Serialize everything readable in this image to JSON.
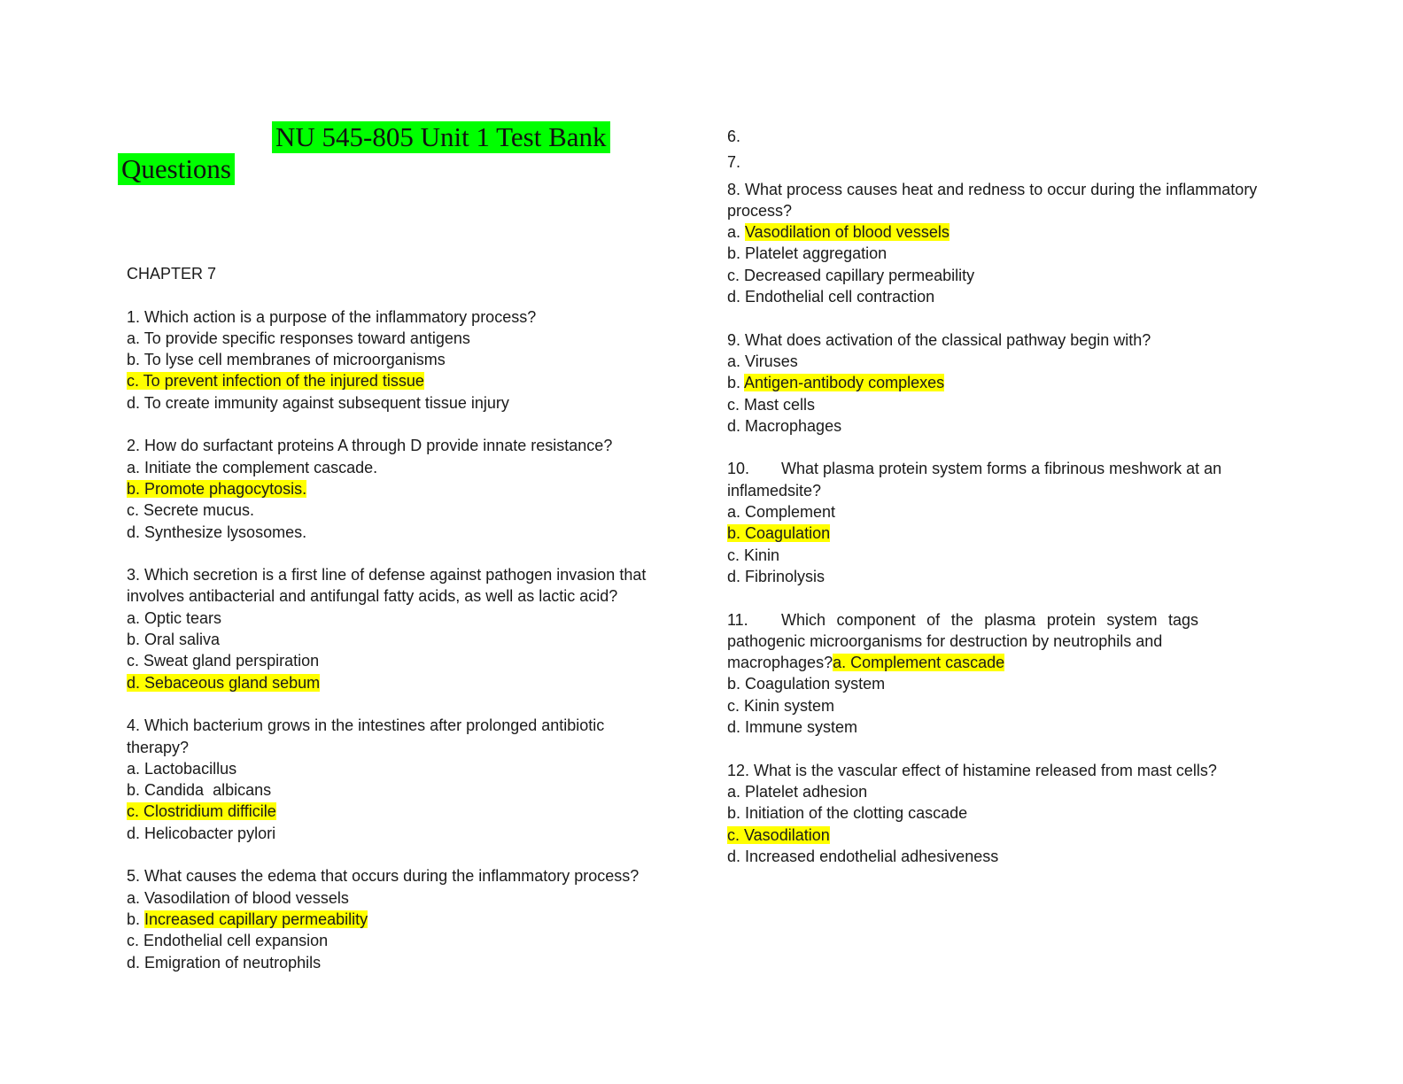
{
  "title": {
    "line1": "NU 545-805 Unit 1 Test Bank",
    "line2": "Questions"
  },
  "chapter": "CHAPTER 7",
  "q1": {
    "stem": "1. Which action is a purpose of the inflammatory process?",
    "a": "a. To provide specific responses toward antigens",
    "b": "b. To lyse cell membranes of microorganisms",
    "c": "c. To prevent infection of the injured tissue",
    "d": "d. To create immunity against subsequent tissue injury"
  },
  "q2": {
    "stem": "2. How do surfactant proteins A through D provide innate resistance?",
    "a": "a. Initiate the complement cascade.",
    "b": "b. Promote phagocytosis.",
    "c": "c. Secrete mucus.",
    "d": "d. Synthesize lysosomes."
  },
  "q3": {
    "stem1": "3. Which secretion is a first line of defense against pathogen invasion that",
    "stem2": "involves antibacterial and antifungal fatty acids, as well as lactic acid?",
    "a": "a. Optic tears",
    "b": "b. Oral saliva",
    "c": "c. Sweat gland perspiration",
    "d": "d. Sebaceous gland sebum"
  },
  "q4": {
    "stem1": "4. Which bacterium grows in the intestines after prolonged antibiotic",
    "stem2": "therapy?",
    "a": "a. Lactobacillus",
    "b": "b. Candida  albicans",
    "c": "c. Clostridium difficile",
    "d": "d. Helicobacter pylori"
  },
  "q5": {
    "stem": "5. What causes the edema that occurs during the inflammatory process?",
    "a": "a. Vasodilation of blood vessels",
    "b_prefix": "b. ",
    "b": "Increased capillary permeability",
    "c": "c. Endothelial cell expansion",
    "d": "d. Emigration of neutrophils"
  },
  "q6": {
    "num": "6."
  },
  "q7": {
    "num": "7."
  },
  "q8": {
    "stem1": "8. What process causes heat and redness to occur during the inflammatory",
    "stem2": "process?",
    "a_prefix": "a. ",
    "a": "Vasodilation of blood vessels",
    "b": "b. Platelet aggregation",
    "c": "c. Decreased capillary permeability",
    "d": "d. Endothelial cell contraction"
  },
  "q9": {
    "stem": "9. What does activation of the classical pathway begin with?",
    "a": "a. Viruses",
    "b_prefix": "b. ",
    "b": "Antigen-antibody complexes",
    "c": "c. Mast cells",
    "d": "d. Macrophages"
  },
  "q10": {
    "num": "10.",
    "stem1": "What plasma protein system forms a fibrinous meshwork at an",
    "stem2": "inflamedsite?",
    "a": "a. Complement",
    "b": "b. Coagulation",
    "c": "c. Kinin",
    "d": "d. Fibrinolysis"
  },
  "q11": {
    "num": "11.",
    "stem1": "Which component of the plasma protein system tags",
    "stem2": "pathogenic microorganisms for destruction by neutrophils and",
    "stem3": "macrophages?",
    "a": "a. Complement cascade",
    "b": "b. Coagulation system",
    "c": "c. Kinin system",
    "d": "d. Immune system"
  },
  "q12": {
    "stem": "12. What is the vascular effect of histamine released from mast cells?",
    "a": "a. Platelet adhesion",
    "b": "b. Initiation of the clotting cascade",
    "c": "c. Vasodilation",
    "d": "d. Increased endothelial adhesiveness"
  },
  "colors": {
    "title_highlight": "#00ff00",
    "answer_highlight": "#ffff00"
  }
}
